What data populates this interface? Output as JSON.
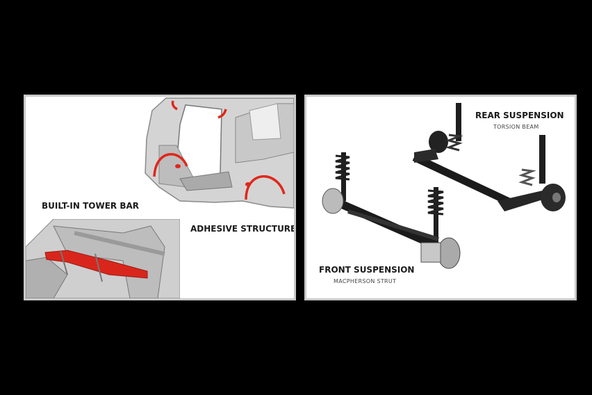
{
  "left_panel": {
    "labels": {
      "tower_bar": "BUILT-IN TOWER BAR",
      "adhesive": "ADHESIVE STRUCTURE"
    },
    "images": [
      "rear-body-structure-illustration",
      "tower-bar-illustration"
    ],
    "accent_color": "#e0271b"
  },
  "right_panel": {
    "rear": {
      "title": "REAR SUSPENSION",
      "subtitle": "TORSION BEAM"
    },
    "front": {
      "title": "FRONT SUSPENSION",
      "subtitle": "MACPHERSON STRUT"
    },
    "images": [
      "rear-suspension-illustration",
      "front-suspension-illustration"
    ]
  },
  "colors": {
    "background": "#000000",
    "panel": "#ffffff",
    "panel_border": "#c9c9c9"
  }
}
